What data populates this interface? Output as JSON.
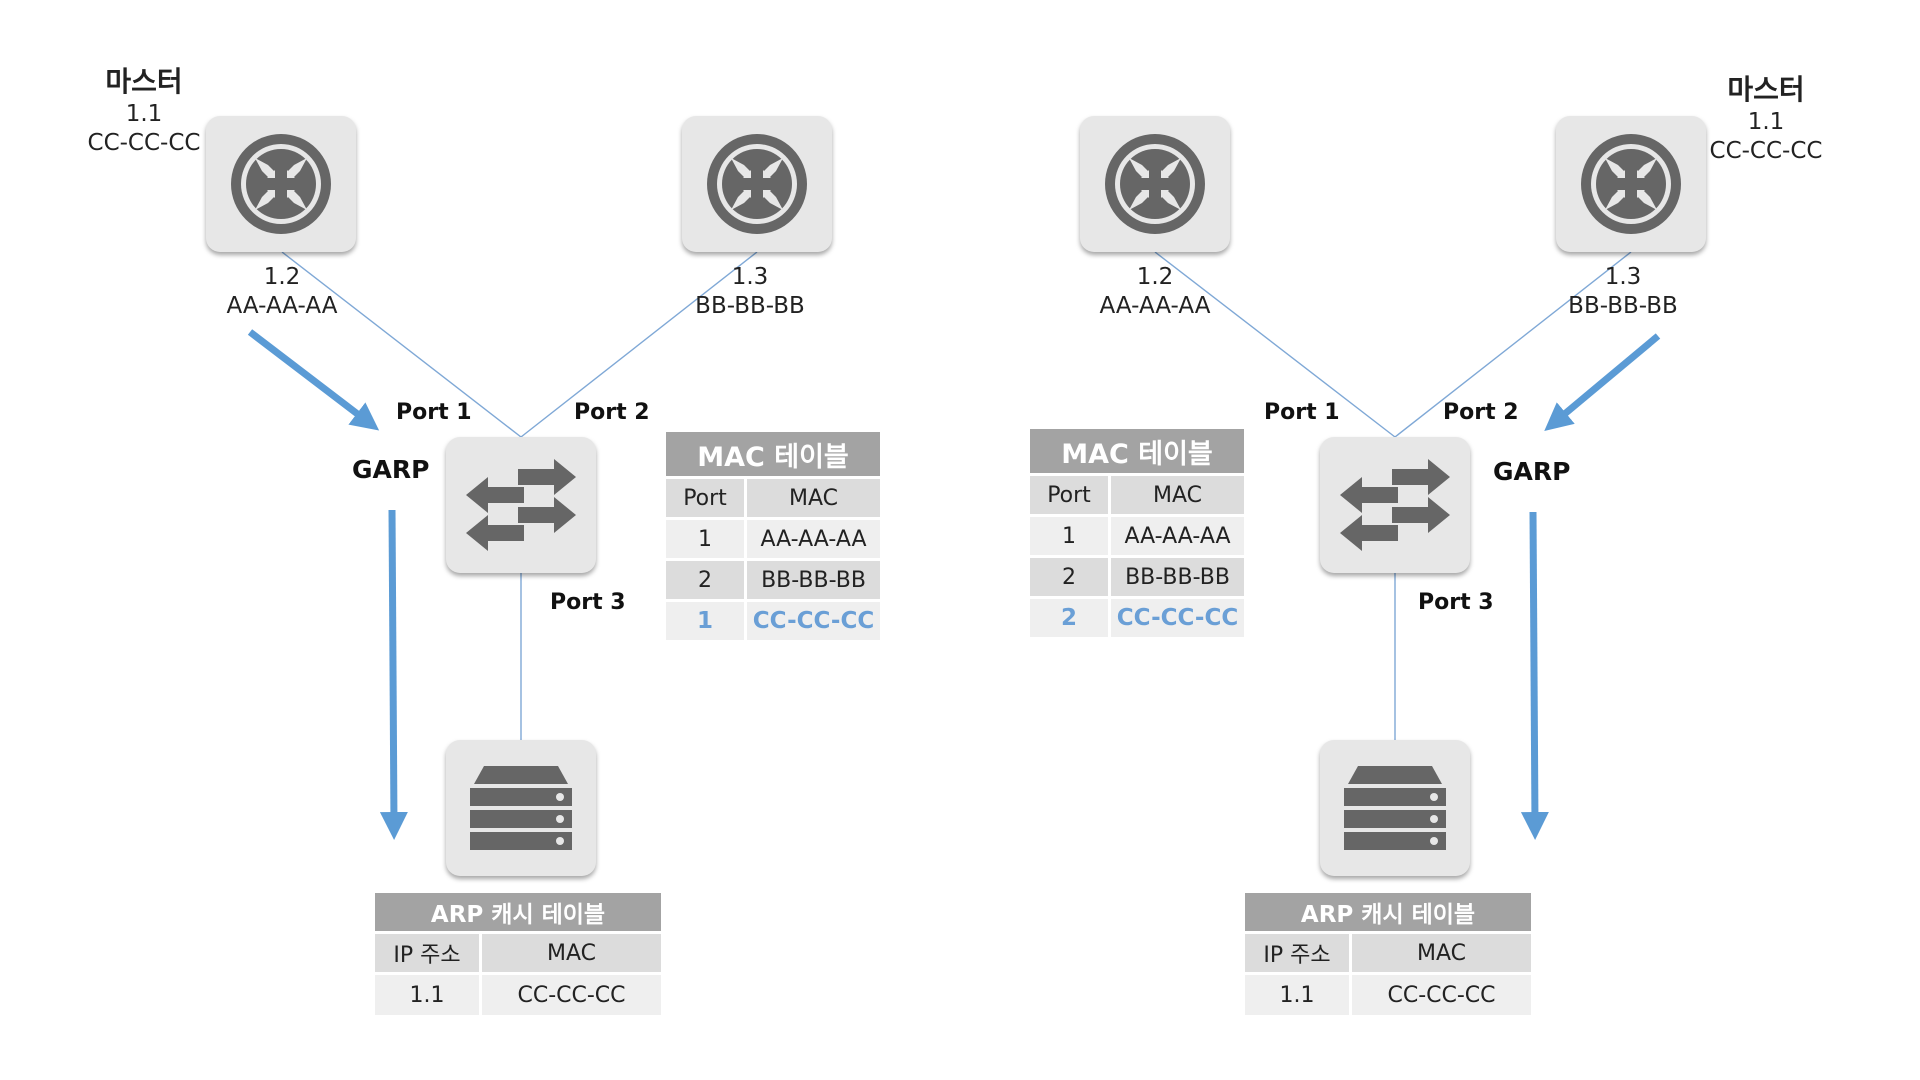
{
  "left": {
    "master_router": {
      "title": "마스터",
      "ip": "1.1",
      "mac": "CC-CC-CC"
    },
    "router_a": {
      "ip": "1.2",
      "mac": "AA-AA-AA"
    },
    "router_b": {
      "ip": "1.3",
      "mac": "BB-BB-BB"
    },
    "ports": {
      "p1": "Port 1",
      "p2": "Port 2",
      "p3": "Port 3"
    },
    "garp": "GARP",
    "mac_table": {
      "title": "MAC 테이블",
      "headers": [
        "Port",
        "MAC"
      ],
      "rows": [
        [
          "1",
          "AA-AA-AA"
        ],
        [
          "2",
          "BB-BB-BB"
        ],
        [
          "1",
          "CC-CC-CC"
        ]
      ]
    },
    "arp_table": {
      "title": "ARP 캐시 테이블",
      "headers": [
        "IP 주소",
        "MAC"
      ],
      "rows": [
        [
          "1.1",
          "CC-CC-CC"
        ]
      ]
    }
  },
  "right": {
    "master_router": {
      "title": "마스터",
      "ip": "1.1",
      "mac": "CC-CC-CC"
    },
    "router_a": {
      "ip": "1.2",
      "mac": "AA-AA-AA"
    },
    "router_b": {
      "ip": "1.3",
      "mac": "BB-BB-BB"
    },
    "ports": {
      "p1": "Port 1",
      "p2": "Port 2",
      "p3": "Port 3"
    },
    "garp": "GARP",
    "mac_table": {
      "title": "MAC 테이블",
      "headers": [
        "Port",
        "MAC"
      ],
      "rows": [
        [
          "1",
          "AA-AA-AA"
        ],
        [
          "2",
          "BB-BB-BB"
        ],
        [
          "2",
          "CC-CC-CC"
        ]
      ]
    },
    "arp_table": {
      "title": "ARP 캐시 테이블",
      "headers": [
        "IP 주소",
        "MAC"
      ],
      "rows": [
        [
          "1.1",
          "CC-CC-CC"
        ]
      ]
    }
  },
  "colors": {
    "link_line": "#7fa8d6",
    "garp_arrow": "#5b9bd5",
    "highlight_text": "#6a9fd6",
    "table_header": "#a3a3a3",
    "device_bg": "#e7e7e7",
    "icon_gray": "#666666"
  },
  "icons": {
    "router": "router-icon",
    "switch": "switch-icon",
    "server": "server-icon"
  }
}
